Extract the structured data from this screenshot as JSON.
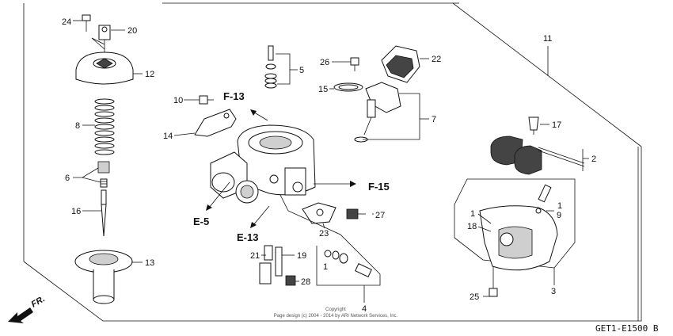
{
  "part_labels": {
    "p24": "24",
    "p20": "20",
    "p12": "12",
    "p8": "8",
    "p6": "6",
    "p16": "16",
    "p13": "13",
    "p10": "10",
    "p14": "14",
    "p5": "5",
    "p26": "26",
    "p22": "22",
    "p15": "15",
    "p7": "7",
    "p11": "11",
    "p17": "17",
    "p2": "2",
    "p1a": "1",
    "p9": "9",
    "p1b": "1",
    "p18": "18",
    "p3": "3",
    "p25": "25",
    "p27": "27",
    "p23": "23",
    "p21": "21",
    "p19": "19",
    "p28": "28",
    "p1c": "1",
    "p4": "4"
  },
  "section_refs": {
    "f13": "F-13",
    "f15": "F-15",
    "e5": "E-5",
    "e13": "E-13"
  },
  "direction_label": "FR.",
  "footer": {
    "copyright_title": "Copyright",
    "copyright_line": "Page design (c) 2004 - 2014 by ARI Network Services, Inc.",
    "diagram_code": "GET1-E1500 B"
  }
}
